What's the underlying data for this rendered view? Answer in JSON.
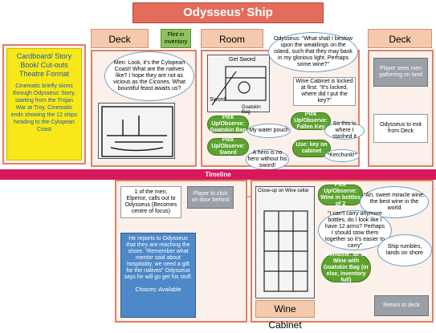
{
  "title": "Odysseus’ Ship",
  "intro": {
    "heading": "Cardboard/ Story Book/ Cut-outs Theatre Format",
    "body": "Cinematic briefly skims through Odysseus’ Story, starting from the Trojan War at Troy. Cinematic ends showing the 12 ships heading to the Cylopean Coast"
  },
  "deck1": {
    "tab": "Deck",
    "inventory_tag": "Flint in inventory",
    "speech": "Men: Look, it’s the Cylopean Coast! What are the natives like? I hope they are not as vicious as the Cicones. What bountiful feast awaits us?"
  },
  "room": {
    "tab": "Room",
    "sketch_labels": [
      "Get Sword",
      "Sword",
      "Goatskin Bag"
    ],
    "odysseus_speech": "Odysseus: “What shall I bestow upon the weaklings on the island, such that they may bask in my glorious light. Perhaps some wine?”",
    "cabinet_note": "Wine Cabinet is locked at first. “It’s locked, where did I put the key?”",
    "pickups": [
      "Pick Up/Observe: Goatskin Bag",
      "Pick Up/Observe: Fallen Key",
      "Pick Up/Observe: Sword",
      "Use: key on cabinet"
    ],
    "clouds": [
      "My water pouch",
      "So this is where I stashed it",
      "A hero is no hero without his sword!",
      "*Kerchunk!*"
    ]
  },
  "deck2": {
    "tab": "Deck",
    "gathering": "Player sees men gathering on land",
    "exit": "Odysseus to exit from Deck"
  },
  "timeline": "Timeline",
  "lower_left": {
    "elpenor": "1 of the men, Elpenor, calls out to Odysseus (Becomes centre of focus)",
    "click_door": "Player to click on door behind",
    "report": "He reports to Odysseus that they are reaching the shore. “Remember what mentor said about hospitality, we need a gift for the natives” Odysseus says he will go get his stuff.",
    "choices": "Choices: Available"
  },
  "wine": {
    "sketch_label": "Close-up on Wine cellar",
    "tab": "Wine Cabinet",
    "pickup": "Pick Up/Observe: Wine in bottles of 2",
    "cloud": "“Ah, sweet miracle wine, the best wine in the world",
    "cant_carry": "“I can’t carry anymore bottles, do I look like I have 12 arms? Perhaps I should stow them together so it’s easier to carry”",
    "combine": "Combine: all 12 Wine with Goatskin Bag (or else, inventory full)",
    "rumbles": "Ship rumbles, lands on shore",
    "return": "Return to deck"
  }
}
